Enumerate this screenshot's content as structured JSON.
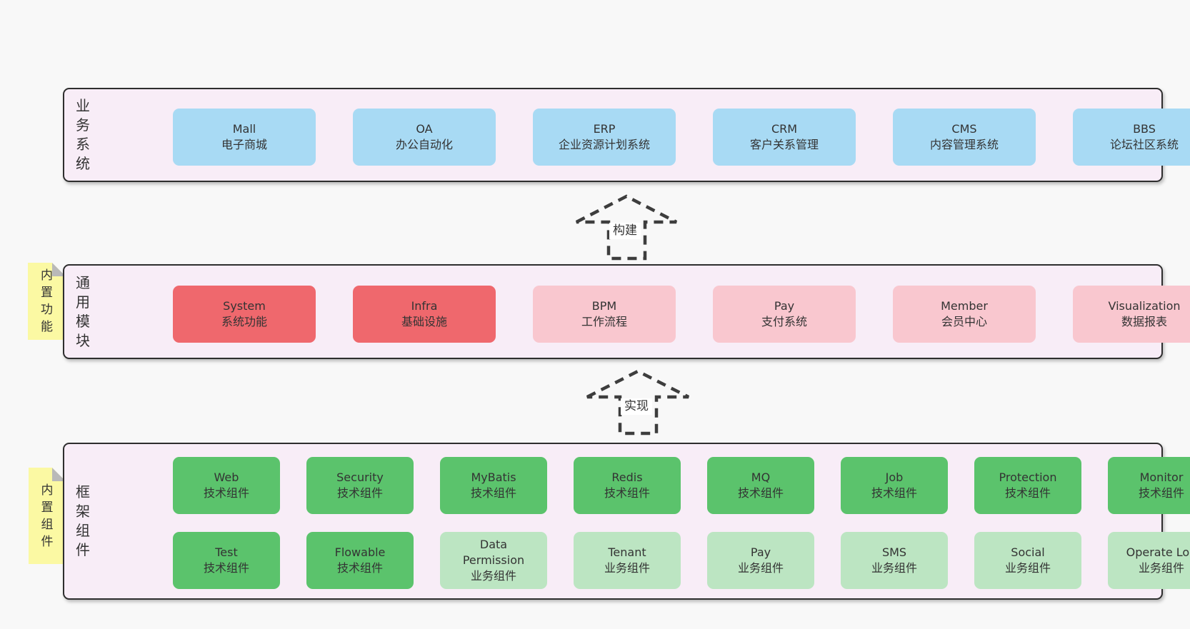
{
  "colors": {
    "page-bg": "#f8f8f8",
    "panel-bg": "#f8edf7",
    "panel-border": "#2e2e2e",
    "blue": "#a8daf4",
    "red": "#ef686d",
    "pink": "#f9c7cf",
    "green": "#5bc36c",
    "green-light": "#bce5c2",
    "yellow": "#fbf9a3",
    "fold": "#b9b9b9",
    "arrow": "#3d3d3d",
    "text": "#333333",
    "label-bg": "#ffffff"
  },
  "arrows": [
    {
      "label": "构建"
    },
    {
      "label": "实现"
    }
  ],
  "layers": [
    {
      "name": "business-systems",
      "side_label": "业务系统",
      "boxes": [
        {
          "title": "Mall",
          "subtitle": "电子商城",
          "variant": "blue"
        },
        {
          "title": "OA",
          "subtitle": "办公自动化",
          "variant": "blue"
        },
        {
          "title": "ERP",
          "subtitle": "企业资源计划系统",
          "variant": "blue"
        },
        {
          "title": "CRM",
          "subtitle": "客户关系管理",
          "variant": "blue"
        },
        {
          "title": "CMS",
          "subtitle": "内容管理系统",
          "variant": "blue"
        },
        {
          "title": "BBS",
          "subtitle": "论坛社区系统",
          "variant": "blue"
        }
      ]
    },
    {
      "name": "common-modules",
      "side_label": "通用模块",
      "sticky": "内置功能",
      "boxes": [
        {
          "title": "System",
          "subtitle": "系统功能",
          "variant": "red"
        },
        {
          "title": "Infra",
          "subtitle": "基础设施",
          "variant": "red"
        },
        {
          "title": "BPM",
          "subtitle": "工作流程",
          "variant": "pink"
        },
        {
          "title": "Pay",
          "subtitle": "支付系统",
          "variant": "pink"
        },
        {
          "title": "Member",
          "subtitle": "会员中心",
          "variant": "pink"
        },
        {
          "title": "Visualization",
          "subtitle": "数据报表",
          "variant": "pink"
        }
      ]
    },
    {
      "name": "framework-components",
      "side_label": "框架组件",
      "sticky": "内置组件",
      "rows": [
        [
          {
            "title": "Web",
            "subtitle": "技术组件",
            "variant": "green"
          },
          {
            "title": "Security",
            "subtitle": "技术组件",
            "variant": "green"
          },
          {
            "title": "MyBatis",
            "subtitle": "技术组件",
            "variant": "green"
          },
          {
            "title": "Redis",
            "subtitle": "技术组件",
            "variant": "green"
          },
          {
            "title": "MQ",
            "subtitle": "技术组件",
            "variant": "green"
          },
          {
            "title": "Job",
            "subtitle": "技术组件",
            "variant": "green"
          },
          {
            "title": "Protection",
            "subtitle": "技术组件",
            "variant": "green"
          },
          {
            "title": "Monitor",
            "subtitle": "技术组件",
            "variant": "green"
          }
        ],
        [
          {
            "title": "Test",
            "subtitle": "技术组件",
            "variant": "green"
          },
          {
            "title": "Flowable",
            "subtitle": "技术组件",
            "variant": "green"
          },
          {
            "title": "Data Permission",
            "subtitle": "业务组件",
            "variant": "lightgreen"
          },
          {
            "title": "Tenant",
            "subtitle": "业务组件",
            "variant": "lightgreen"
          },
          {
            "title": "Pay",
            "subtitle": "业务组件",
            "variant": "lightgreen"
          },
          {
            "title": "SMS",
            "subtitle": "业务组件",
            "variant": "lightgreen"
          },
          {
            "title": "Social",
            "subtitle": "业务组件",
            "variant": "lightgreen"
          },
          {
            "title": "Operate Log",
            "subtitle": "业务组件",
            "variant": "lightgreen"
          }
        ]
      ]
    }
  ]
}
